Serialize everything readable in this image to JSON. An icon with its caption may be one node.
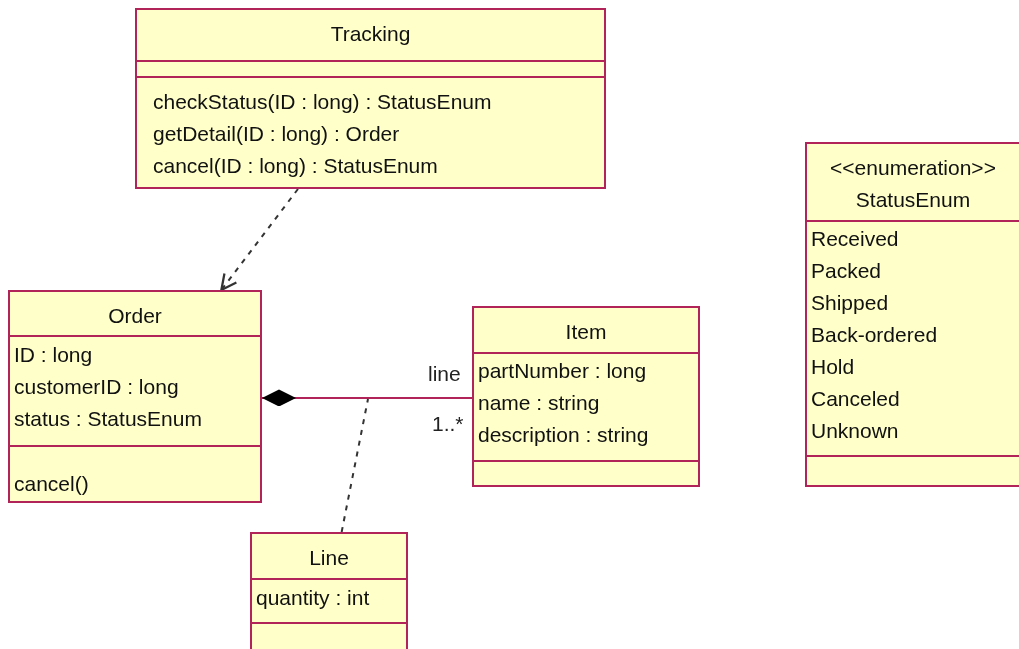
{
  "diagram": {
    "nodes": [
      {
        "text": [
          "Tracking",
          "checkStatus(ID : long) : StatusEnum",
          "getDetail(ID : long) : Order",
          "cancel(ID : long) : StatusEnum"
        ]
      },
      {
        "text": [
          "<<enumeration>>",
          "StatusEnum",
          "Received",
          "Packed",
          "Shipped",
          "Back-ordered",
          "Hold",
          "Canceled",
          "Unknown"
        ]
      },
      {
        "text": [
          "Order",
          "ID : long",
          "customerID : long",
          "status : StatusEnum",
          "cancel()"
        ]
      },
      {
        "text": [
          "Item",
          "partNumber : long",
          "name : string",
          "description : string"
        ]
      },
      {
        "text": [
          "Line",
          "quantity : int"
        ]
      }
    ],
    "edges": [
      {
        "from": 0,
        "to": 2,
        "arrow": "to",
        "style": "dashed"
      },
      {
        "from": 2,
        "to": 3,
        "arrow": "other",
        "color": "#b0245a"
      },
      {
        "from": 4,
        "to": null,
        "arrow": "none",
        "style": "dashed"
      }
    ],
    "labels": [
      "line",
      "1..*"
    ]
  }
}
